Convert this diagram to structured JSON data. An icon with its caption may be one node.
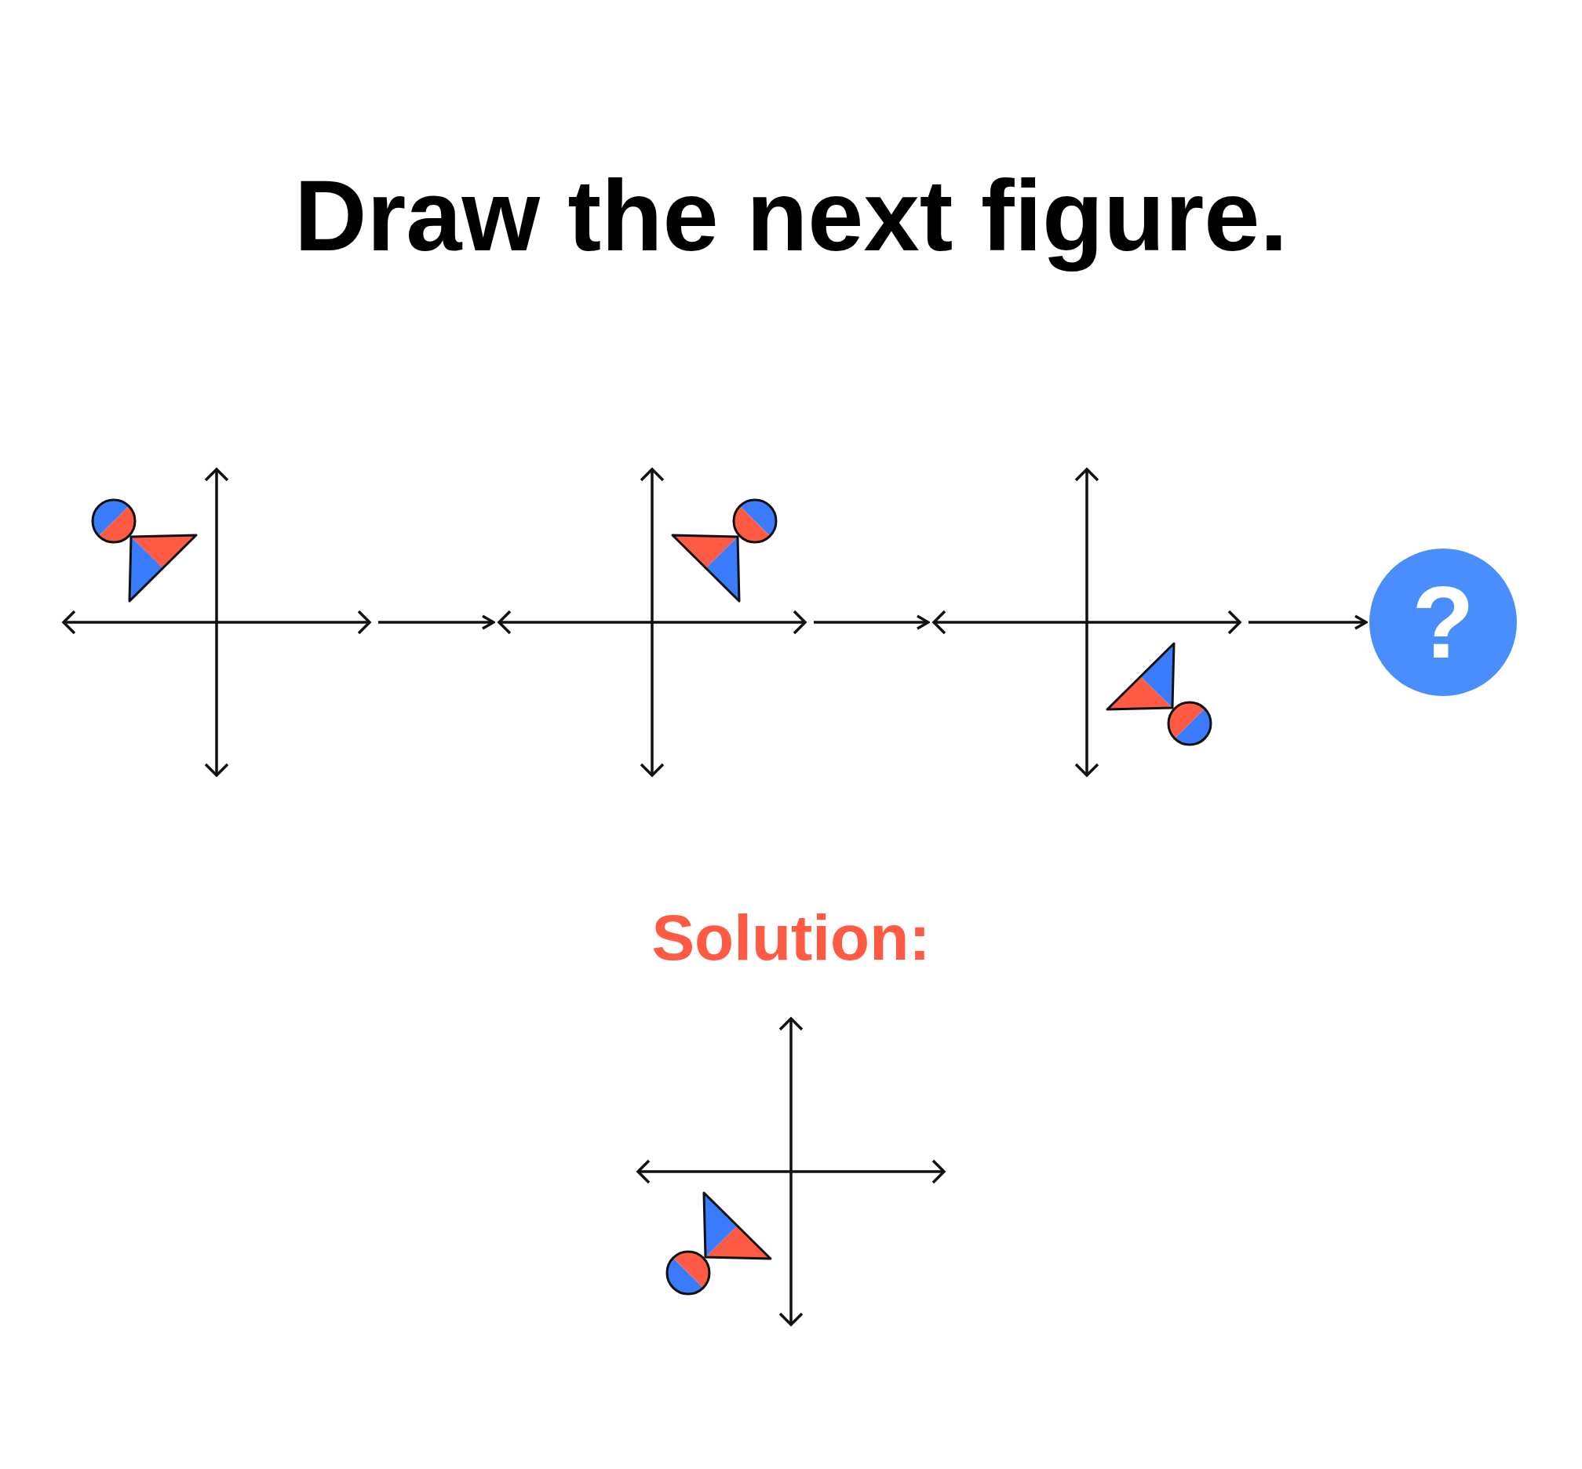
{
  "diagram": {
    "title": "Draw the next figure.",
    "nodes": [
      {
        "text": [],
        "shape": "picture"
      },
      {
        "text": [],
        "shape": "picture"
      },
      {
        "text": [],
        "shape": "picture"
      },
      {
        "text": [
          "?"
        ]
      },
      {
        "text": [],
        "shape": "picture"
      }
    ],
    "edges": [
      {
        "from": 0,
        "to": 1,
        "arrow": "to"
      },
      {
        "from": 1,
        "to": 2,
        "arrow": "to"
      },
      {
        "from": 2,
        "to": 3,
        "arrow": "to"
      }
    ],
    "labels": [
      "Solution:"
    ]
  }
}
